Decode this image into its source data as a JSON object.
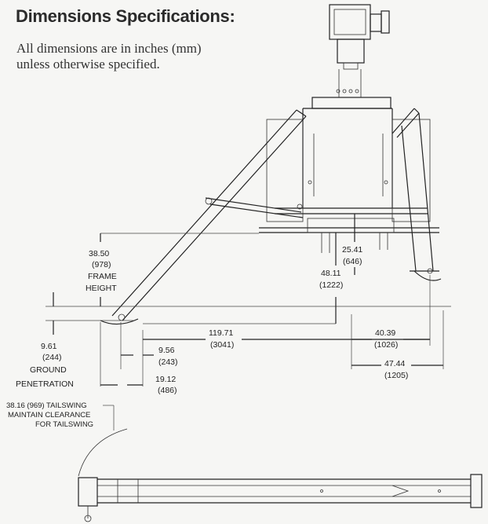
{
  "header": {
    "title": "Dimensions Specifications:",
    "note_line1": "All dimensions are in inches (mm)",
    "note_line2": "unless otherwise specified."
  },
  "dimensions": {
    "frame_height": {
      "value": "38.50",
      "mm": "(978)",
      "label1": "FRAME",
      "label2": "HEIGHT"
    },
    "ground_penetration": {
      "value": "9.61",
      "mm": "(244)",
      "label1": "GROUND",
      "label2": "PENETRATION"
    },
    "d_9_56": {
      "value": "9.56",
      "mm": "(243)"
    },
    "d_19_12": {
      "value": "19.12",
      "mm": "(486)"
    },
    "d_119_71": {
      "value": "119.71",
      "mm": "(3041)"
    },
    "d_48_11": {
      "value": "48.11",
      "mm": "(1222)"
    },
    "d_25_41": {
      "value": "25.41",
      "mm": "(646)"
    },
    "d_40_39": {
      "value": "40.39",
      "mm": "(1026)"
    },
    "d_47_44": {
      "value": "47.44",
      "mm": "(1205)"
    }
  },
  "tailswing": {
    "line1": "38.16 (969) TAILSWING",
    "line2": "MAINTAIN CLEARANCE",
    "line3": "FOR TAILSWING"
  },
  "colors": {
    "ink": "#222222",
    "paper": "#f6f6f4"
  }
}
